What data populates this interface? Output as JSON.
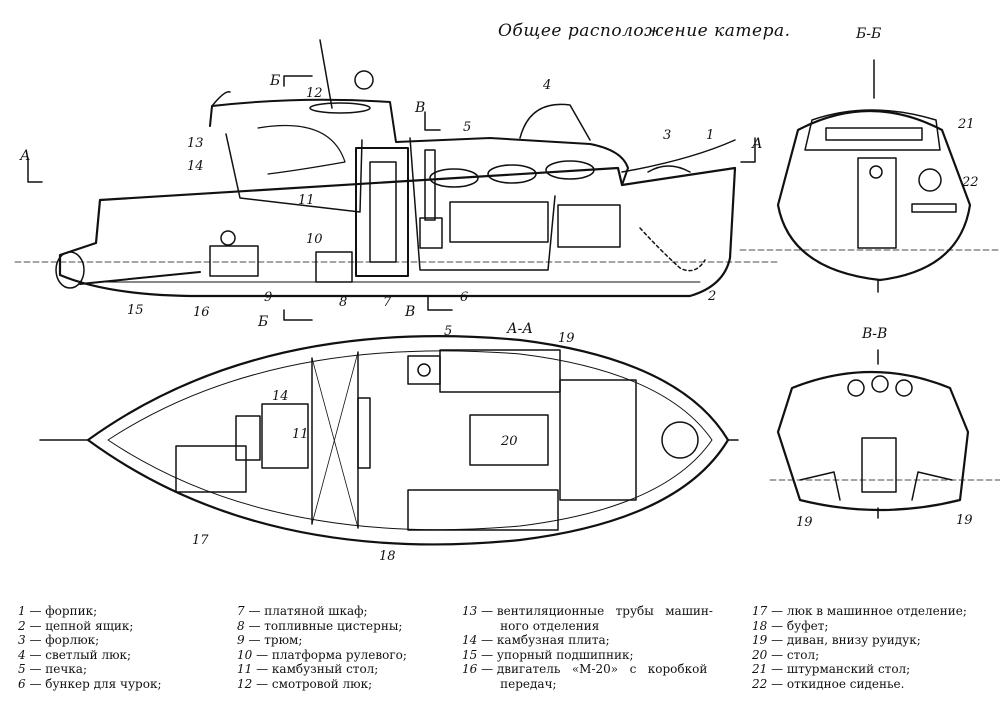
{
  "title": "Общее расположение катера.",
  "section_labels": {
    "side_a1": "А",
    "side_a2": "А",
    "side_b1": "Б",
    "side_b2": "Б",
    "side_v1": "В",
    "side_v2": "В",
    "plan": "А-А",
    "bow_view": "Б-Б",
    "mid_view": "В-В"
  },
  "callouts": {
    "n1": "1",
    "n2": "2",
    "n3": "3",
    "n4": "4",
    "n5": "5",
    "n6": "6",
    "n7": "7",
    "n8": "8",
    "n9": "9",
    "n10": "10",
    "n11": "11",
    "n12": "12",
    "n13": "13",
    "n14": "14",
    "n15": "15",
    "n16": "16",
    "p5": "5",
    "p11": "11",
    "p14": "14",
    "p17": "17",
    "p18": "18",
    "p19": "19",
    "p20": "20",
    "b21": "21",
    "b22": "22",
    "v19a": "19",
    "v19b": "19"
  },
  "legend": [
    [
      {
        "num": "1",
        "text": " — форпик;"
      },
      {
        "num": "2",
        "text": " — цепной ящик;"
      },
      {
        "num": "3",
        "text": " — форлюк;"
      },
      {
        "num": "4",
        "text": " — светлый люк;"
      },
      {
        "num": "5",
        "text": " — печка;"
      },
      {
        "num": "6",
        "text": " — бункер для чурок;"
      }
    ],
    [
      {
        "num": "7",
        "text": " — платяной шкаф;"
      },
      {
        "num": "8",
        "text": " — топливные цистерны;"
      },
      {
        "num": "9",
        "text": " — трюм;"
      },
      {
        "num": "10",
        "text": " — платформа рулевого;"
      },
      {
        "num": "11",
        "text": " — камбузный стол;"
      },
      {
        "num": "12",
        "text": " — смотровой люк;"
      }
    ],
    [
      {
        "num": "13",
        "text": " — вентиляционные   трубы   машин-"
      },
      {
        "num": "",
        "text": "          ного отделения"
      },
      {
        "num": "14",
        "text": " — камбузная плита;"
      },
      {
        "num": "15",
        "text": " — упорный подшипник;"
      },
      {
        "num": "16",
        "text": " — двигатель   «М-20»   с   коробкой"
      },
      {
        "num": "",
        "text": "          передач;"
      }
    ],
    [
      {
        "num": "17",
        "text": " — люк в машинное отделение;"
      },
      {
        "num": "18",
        "text": " — буфет;"
      },
      {
        "num": "19",
        "text": " — диван, внизу руидук;"
      },
      {
        "num": "20",
        "text": " — стол;"
      },
      {
        "num": "21",
        "text": " — штурманский стол;"
      },
      {
        "num": "22",
        "text": " — откидное сиденье."
      }
    ]
  ]
}
